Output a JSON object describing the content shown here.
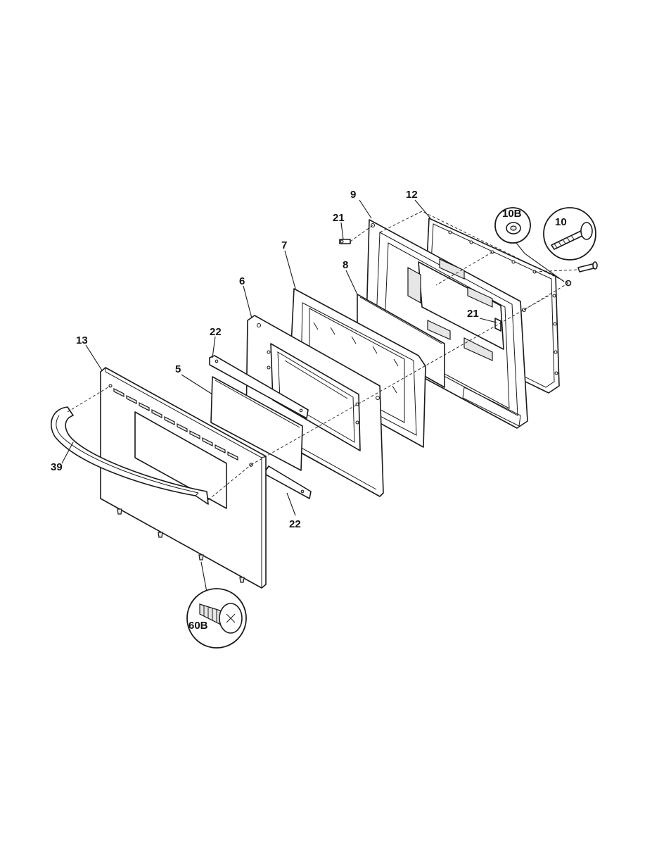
{
  "labels": {
    "p9": "9",
    "p12": "12",
    "p21a": "21",
    "p10b": "10B",
    "p10": "10",
    "p7": "7",
    "p8": "8",
    "p6": "6",
    "p21b": "21",
    "p22a": "22",
    "p13": "13",
    "p5": "5",
    "p39": "39",
    "p22b": "22",
    "p60b": "60B"
  }
}
